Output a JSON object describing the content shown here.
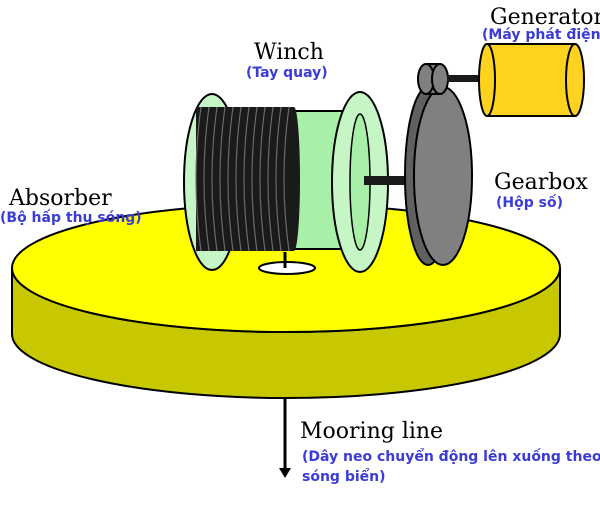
{
  "labels": {
    "generator": {
      "en": "Generator",
      "vi": "(Máy phát điện)"
    },
    "winch": {
      "en": "Winch",
      "vi": "(Tay quay)"
    },
    "absorber": {
      "en": "Absorber",
      "vi": "(Bộ hấp thụ sóng)"
    },
    "gearbox": {
      "en": "Gearbox",
      "vi": "(Hộp số)"
    },
    "mooring": {
      "en": "Mooring line",
      "vi_line1": "(Dây neo chuyển động lên xuống theo",
      "vi_line2": "sóng biển)"
    }
  },
  "colors": {
    "absorber_top": "#ffff00",
    "absorber_side": "#c8c800",
    "winch_flange": "#c6f5c6",
    "winch_drum": "#a8f0a8",
    "cable": "#1a1a1a",
    "gearbox": "#808080",
    "generator": "#ffd21f",
    "label_blue": "#3b3bd6"
  }
}
